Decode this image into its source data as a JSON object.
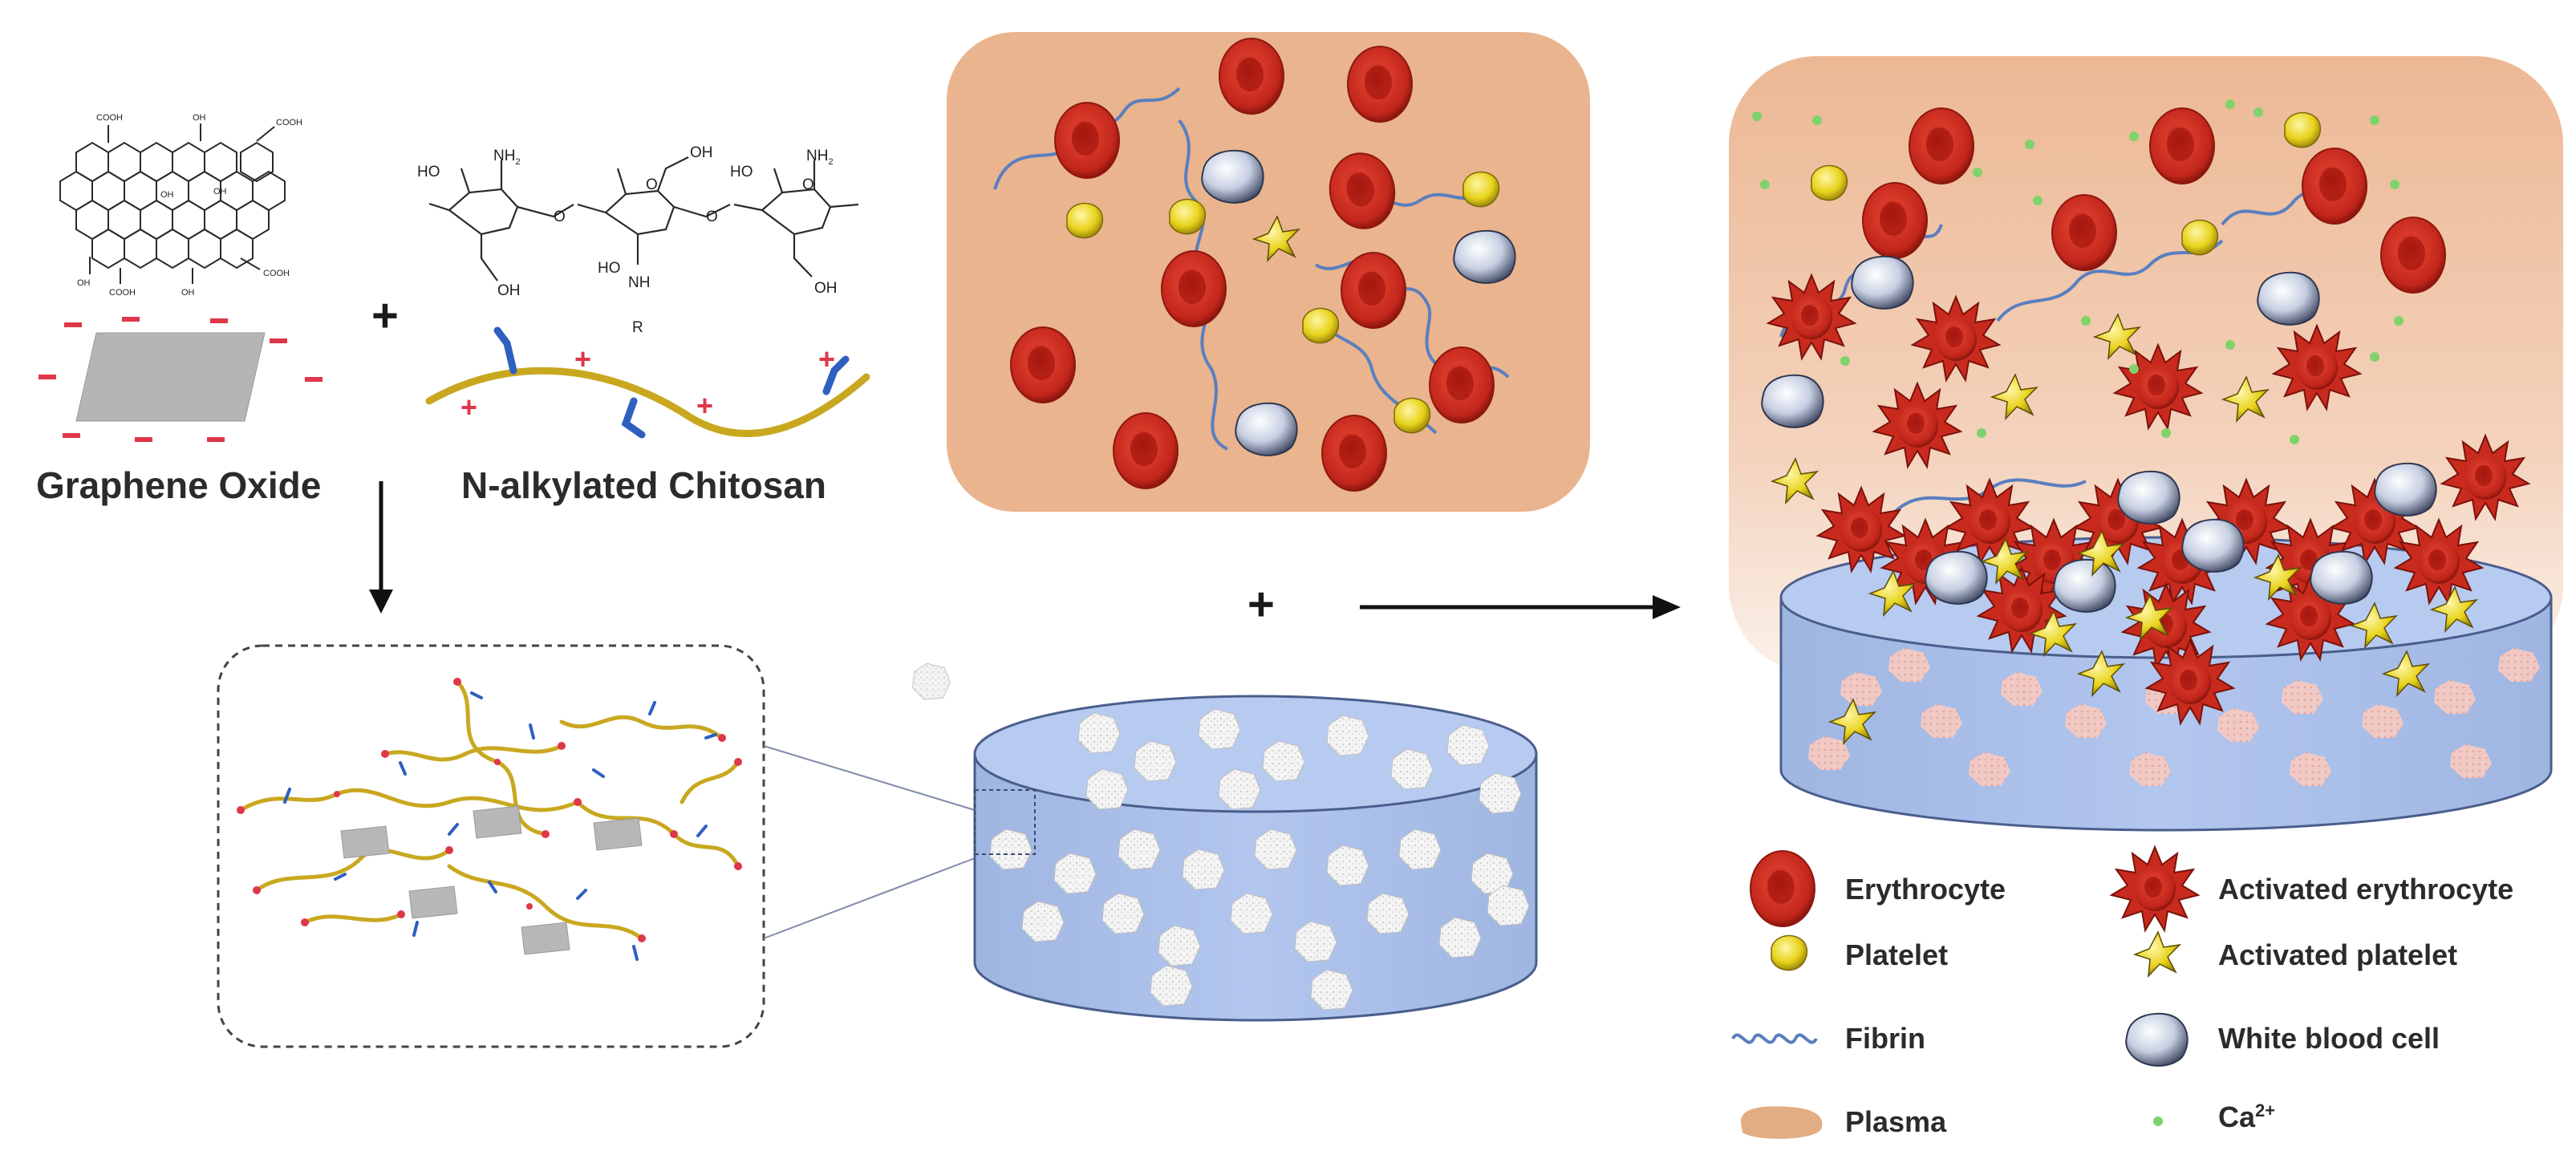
{
  "labels": {
    "graphene_oxide": "Graphene Oxide",
    "chitosan": "N-alkylated Chitosan",
    "plus": "+"
  },
  "chem": {
    "cooh": "COOH",
    "oh": "OH",
    "ho": "HO",
    "nh2": "NH",
    "nh2_sub": "2",
    "nh": "NH",
    "o": "O",
    "r": "R"
  },
  "legend": {
    "erythrocyte": "Erythrocyte",
    "activated_erythrocyte": "Activated erythrocyte",
    "platelet": "Platelet",
    "activated_platelet": "Activated platelet",
    "fibrin": "Fibrin",
    "white_blood_cell": "White blood cell",
    "plasma": "Plasma",
    "calcium": "Ca",
    "calcium_charge": "2+"
  },
  "colors": {
    "plasma": "#e9b48e",
    "erythrocyte": "#c4271c",
    "platelet": "#e8d21a",
    "fibrin": "#5a7fc0",
    "sponge": "#a9bfe8",
    "sponge_edge": "#4a5e8c",
    "calcium": "#7fd36a",
    "chitosan": "#c9a820",
    "graphene": "#b7b7b7",
    "charge": "#e0364a"
  }
}
